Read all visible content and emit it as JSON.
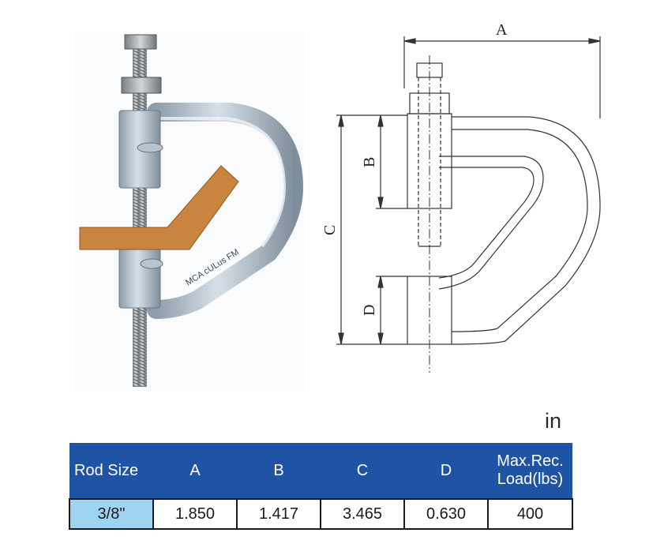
{
  "colors": {
    "header_bg": "#1f53a3",
    "header_text": "#ffffff",
    "rod_cell_bg": "#9fd3f2",
    "strut": "#c9843f",
    "steel": "#a9b7c4"
  },
  "product_image": {
    "stamp_text": "MCA cULus FM"
  },
  "drawing": {
    "dim_labels": {
      "a": "A",
      "b": "B",
      "c": "C",
      "d": "D"
    }
  },
  "unit_label": "in",
  "table": {
    "headers": {
      "rod_size": "Rod Size",
      "a": "A",
      "b": "B",
      "c": "C",
      "d": "D",
      "load_line1": "Max.Rec.",
      "load_line2": "Load(lbs)"
    },
    "row": {
      "rod_size": "3/8\"",
      "a": "1.850",
      "b": "1.417",
      "c": "3.465",
      "d": "0.630",
      "load": "400"
    }
  }
}
